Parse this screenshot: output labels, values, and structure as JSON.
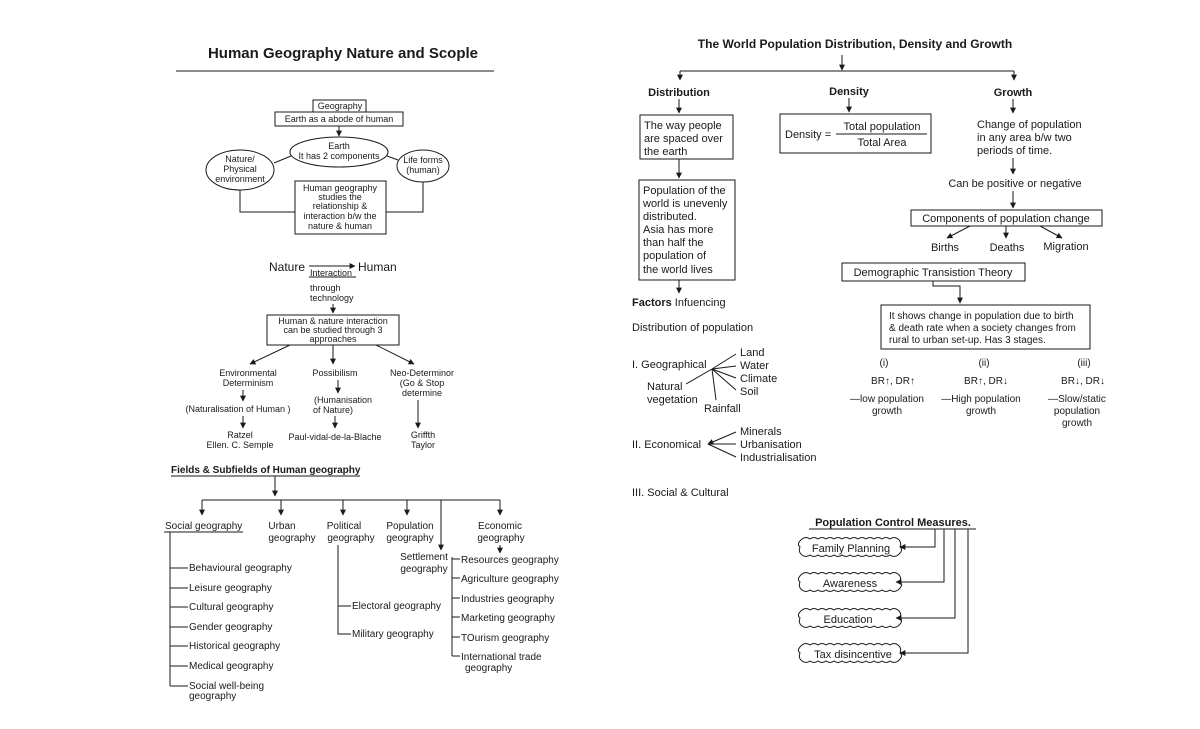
{
  "left": {
    "title": "Human Geography Nature and Scople",
    "geo_box": {
      "title": "Geography",
      "subtitle": "Earth as a abode of human"
    },
    "earth": [
      "Earth",
      "It has 2 components"
    ],
    "nature_env": [
      "Nature/",
      "Physical",
      "environment"
    ],
    "life_forms": [
      "Life forms",
      "(human)"
    ],
    "relation_box": [
      "Human geography",
      "studies the",
      "relationship &",
      "interaction b/w the",
      "nature & human"
    ],
    "interaction": {
      "nature": "Nature",
      "arrow_label": "Interaction",
      "human": "Human",
      "through": [
        "through",
        "technology"
      ]
    },
    "approaches_box": [
      "Human & nature interaction",
      "can be studied through 3",
      "approaches"
    ],
    "approaches": [
      {
        "name": [
          "Environmental",
          "Determinism"
        ],
        "desc": [
          "(Naturalisation of Human )"
        ],
        "people": [
          "Ratzel",
          "Ellen. C. Semple"
        ]
      },
      {
        "name": [
          "Possibilism"
        ],
        "desc": [
          "(Humanisation",
          "of Nature)"
        ],
        "people": [
          "Paul-vidal-de-la-Blache"
        ]
      },
      {
        "name": [
          "Neo-Determinor",
          "(Go & Stop",
          "determine"
        ],
        "desc": [],
        "people": [
          "Griffth",
          "Taylor"
        ]
      }
    ],
    "fields_title": "Fields & Subfields of Human geography",
    "social": {
      "label": "Social geography",
      "items": [
        "Behavioural geography",
        "Leisure geography",
        "Cultural geography",
        "Gender geography",
        "Historical geography",
        "Medical geography",
        "Social well-being",
        "geography"
      ]
    },
    "urban": [
      "Urban",
      "geography"
    ],
    "political": {
      "label": [
        "Political",
        "geography"
      ],
      "items": [
        "Electoral geography",
        "Military geography"
      ]
    },
    "population": [
      "Population",
      "geography"
    ],
    "settlement": [
      "Settlement",
      "geography"
    ],
    "economic": {
      "label": [
        "Economic",
        "geography"
      ],
      "items": [
        "Resources  geography",
        "Agriculture  geography",
        "Industries  geography",
        "Marketing  geography",
        "TOurism  geography",
        "International trade",
        "geography"
      ]
    }
  },
  "right": {
    "title": "The World Population Distribution, Density and Growth",
    "distribution": {
      "heading": "Distribution",
      "box1": [
        "The way people",
        "are spaced over",
        "the earth"
      ],
      "box2": [
        "Population of the",
        "world is unevenly",
        "distributed.",
        "Asia has more",
        "than half the",
        "population of",
        "the world lives"
      ],
      "factors_bold": "Factors",
      "factors_rest": " Infuencing",
      "factors_line2": "Distribution of population",
      "geographical": {
        "label": "I. Geographical",
        "natural": [
          "Natural",
          "vegetation"
        ],
        "items": [
          "Land",
          "Water",
          "Climate",
          "Soil"
        ],
        "rainfall": "Rainfall"
      },
      "economical": {
        "label": "II. Economical",
        "items": [
          "Minerals",
          "Urbanisation",
          "Industrialisation"
        ]
      },
      "social": "III. Social & Cultural"
    },
    "density": {
      "heading": "Density",
      "lhs": "Density =",
      "numerator": "Total population",
      "denominator": "Total Area"
    },
    "growth": {
      "heading": "Growth",
      "desc": [
        "Change of population",
        "in any area b/w two",
        "periods of time."
      ],
      "sign": "Can be positive or negative",
      "components": "Components of population change",
      "items": [
        "Births",
        "Deaths",
        "Migration"
      ],
      "dtt": "Demographic Transistion Theory",
      "dtt_desc": [
        "It shows change in population due to birth",
        "& death rate when a society changes from",
        "rural to urban set-up. Has 3 stages."
      ],
      "stages": [
        {
          "num": "(i)",
          "rates": "BR↑, DR↑",
          "desc": [
            "—low population",
            "growth"
          ]
        },
        {
          "num": "(ii)",
          "rates": "BR↑, DR↓",
          "desc": [
            "—High population",
            "growth"
          ]
        },
        {
          "num": "(iii)",
          "rates": "BR↓, DR↓",
          "desc": [
            "—Slow/static",
            "population",
            "growth"
          ]
        }
      ]
    },
    "control": {
      "title": "Population Control Measures.",
      "items": [
        "Family Planning",
        "Awareness",
        "Education",
        "Tax disincentive"
      ]
    }
  }
}
